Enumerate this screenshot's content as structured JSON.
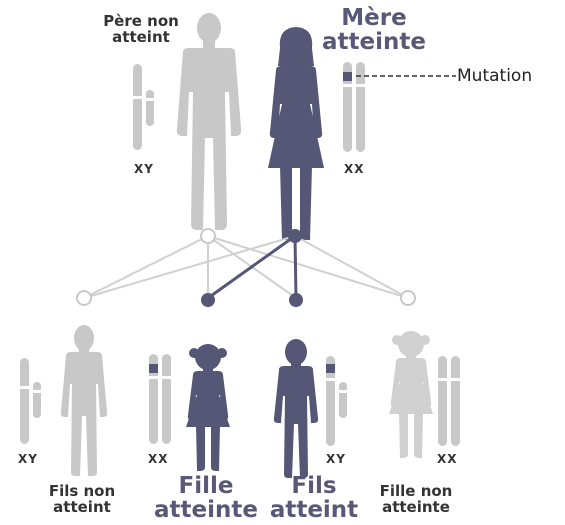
{
  "parents": {
    "father": {
      "label_line1": "Père non",
      "label_line2": "atteint",
      "chromosomes": "XY"
    },
    "mother": {
      "label_line1": "Mère",
      "label_line2": "atteinte",
      "chromosomes": "XX"
    }
  },
  "mutation_label": "Mutation",
  "children": [
    {
      "label_line1": "Fils non",
      "label_line2": "atteint",
      "chromosomes": "XY"
    },
    {
      "label_line1": "Fille",
      "label_line2": "atteinte",
      "chromosomes": "XX"
    },
    {
      "label_line1": "Fils",
      "label_line2": "atteint",
      "chromosomes": "XY"
    },
    {
      "label_line1": "Fille non",
      "label_line2": "atteinte",
      "chromosomes": "XX"
    }
  ],
  "colors": {
    "affected": "#565676",
    "unaffected": "#c8c8c8",
    "mutation": "#565676",
    "line_unaffected": "#d0d0d0",
    "line_affected": "#565676"
  }
}
